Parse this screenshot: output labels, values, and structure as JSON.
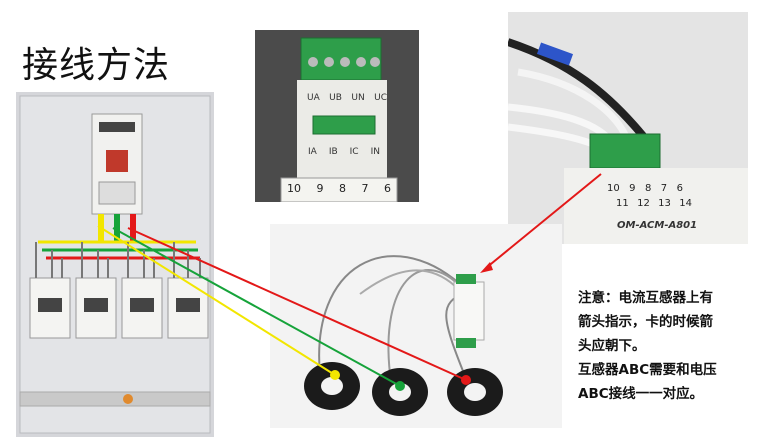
{
  "title": "接线方法",
  "terminal_top_labels": [
    "UA",
    "UB",
    "UN",
    "UC"
  ],
  "terminal_current_labels": [
    "IA",
    "IB",
    "IC",
    "IN"
  ],
  "terminal_numbers_small": [
    "10",
    "9",
    "8",
    "7",
    "6"
  ],
  "closeup_row1": [
    "10",
    "9",
    "8",
    "7",
    "6"
  ],
  "closeup_row2": [
    "11",
    "12",
    "13",
    "14"
  ],
  "model_label": "OM-ACM-A801",
  "note_lines": [
    "注意：电流互感器上有",
    "箭头指示，卡的时候箭",
    "头应朝下。",
    "互感器ABC需要和电压",
    "ABC接线一一对应。"
  ],
  "colors": {
    "phase_a": "#f2e600",
    "phase_b": "#16a33a",
    "phase_c": "#e31818",
    "terminal_green": "#2e9e4a",
    "device_grey": "#e8e8e4"
  }
}
